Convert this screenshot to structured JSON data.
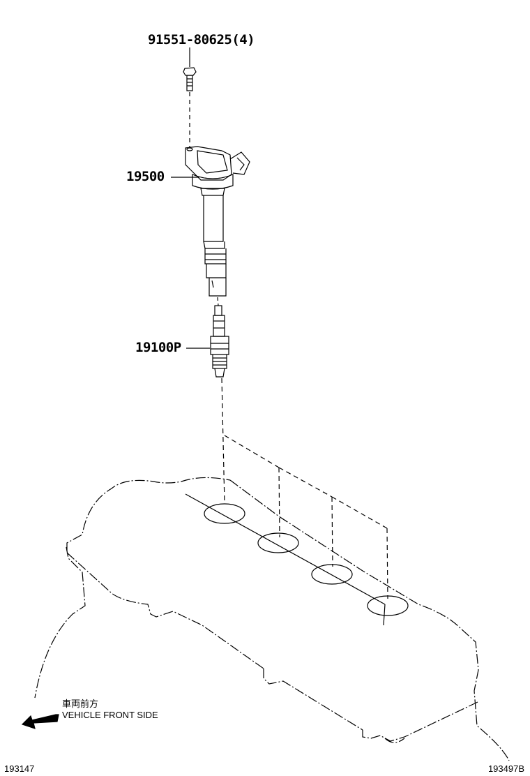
{
  "diagram": {
    "type": "exploded-parts-diagram",
    "callouts": [
      {
        "id": "bolt",
        "part_number": "91551-80625(4)"
      },
      {
        "id": "ignition-coil",
        "part_number": "19500"
      },
      {
        "id": "spark-plug",
        "part_number": "19100P"
      }
    ],
    "direction_indicator": {
      "label_jp": "車両前方",
      "label_en": "VEHICLE FRONT SIDE",
      "icon": "arrow-down-left-icon"
    },
    "footer": {
      "left_code": "193147",
      "right_code": "193497B"
    },
    "colors": {
      "line": "#000000",
      "background": "#ffffff"
    }
  }
}
